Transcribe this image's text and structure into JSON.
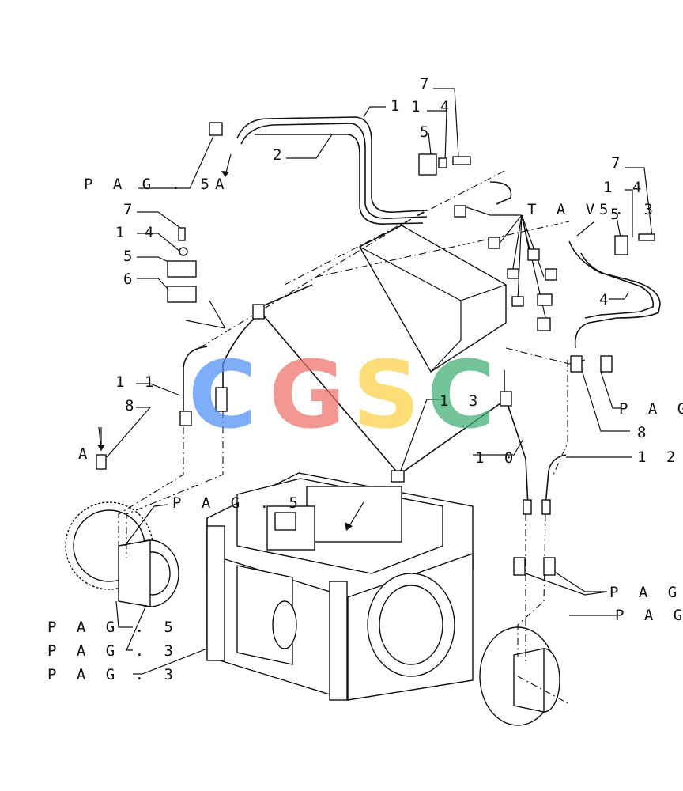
{
  "watermark": {
    "letters": [
      {
        "char": "C",
        "color": "#4f8ff7"
      },
      {
        "char": "G",
        "color": "#f07067"
      },
      {
        "char": "S",
        "color": "#fbd045"
      },
      {
        "char": "C",
        "color": "#3fae73"
      }
    ]
  },
  "callouts": {
    "n7_top": "7",
    "n14_top": "1 4",
    "n1": "1",
    "n5_top": "5",
    "n2": "2",
    "pag5_left": "P A G . 5",
    "a_top": "A",
    "n7_left": "7",
    "n14_left": "1 4",
    "n5_left": "5",
    "n6_left": "6",
    "tav3": "T A V . 3",
    "n5_right": "5",
    "n7_right": "7",
    "n14_right": "1 4",
    "n5_right2": "5",
    "n4": "4",
    "n11": "1 1",
    "n8_left": "8",
    "a_left": "A",
    "n13": "1 3",
    "pag_right": "P A G .",
    "n8_right": "8",
    "n10": "1 0",
    "n12": "1 2",
    "pag5_mid": "P A G . 5",
    "pag_right2": "P A G .",
    "pag_right3": "P A G .",
    "pag5_bottom": "P A G . 5",
    "pag3_a": "P A G . 3",
    "pag3_b": "P A G . 3"
  }
}
